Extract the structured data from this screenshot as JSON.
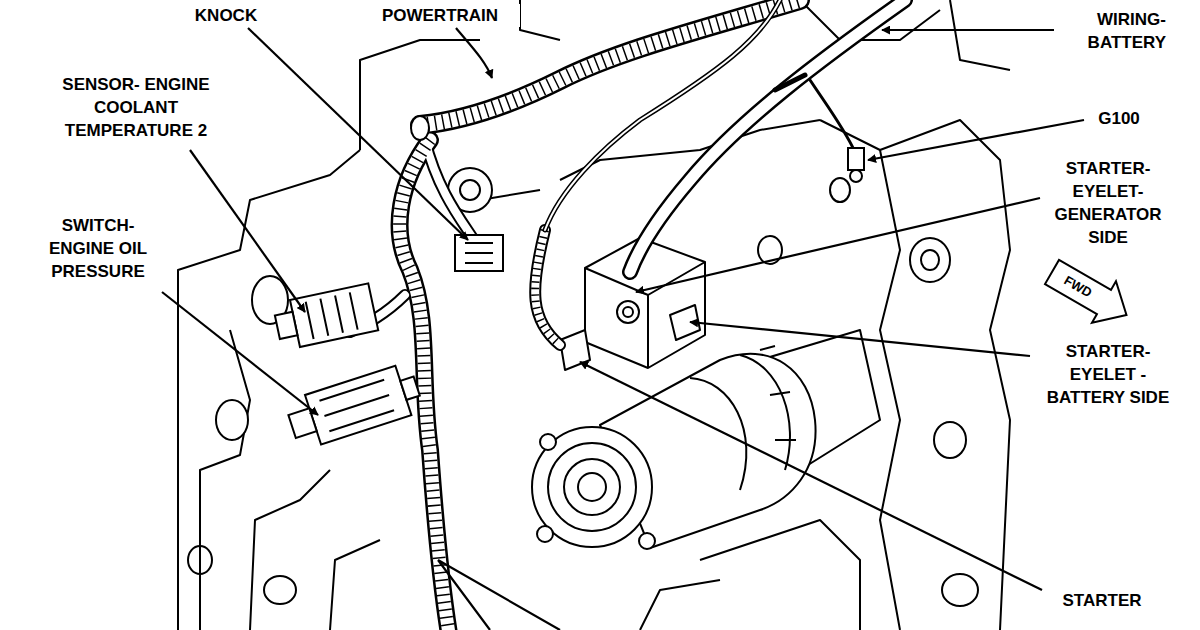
{
  "diagram": {
    "labels": [
      "KNOCK",
      "POWERTRAIN",
      "WIRING- BATTERY",
      "SENSOR- ENGINE COOLANT TEMPERATURE 2",
      "G100",
      "STARTER- EYELET- GENERATOR SIDE",
      "SWITCH- ENGINE OIL PRESSURE",
      "FWD",
      "STARTER- EYELET - BATTERY SIDE",
      "STARTER"
    ]
  }
}
